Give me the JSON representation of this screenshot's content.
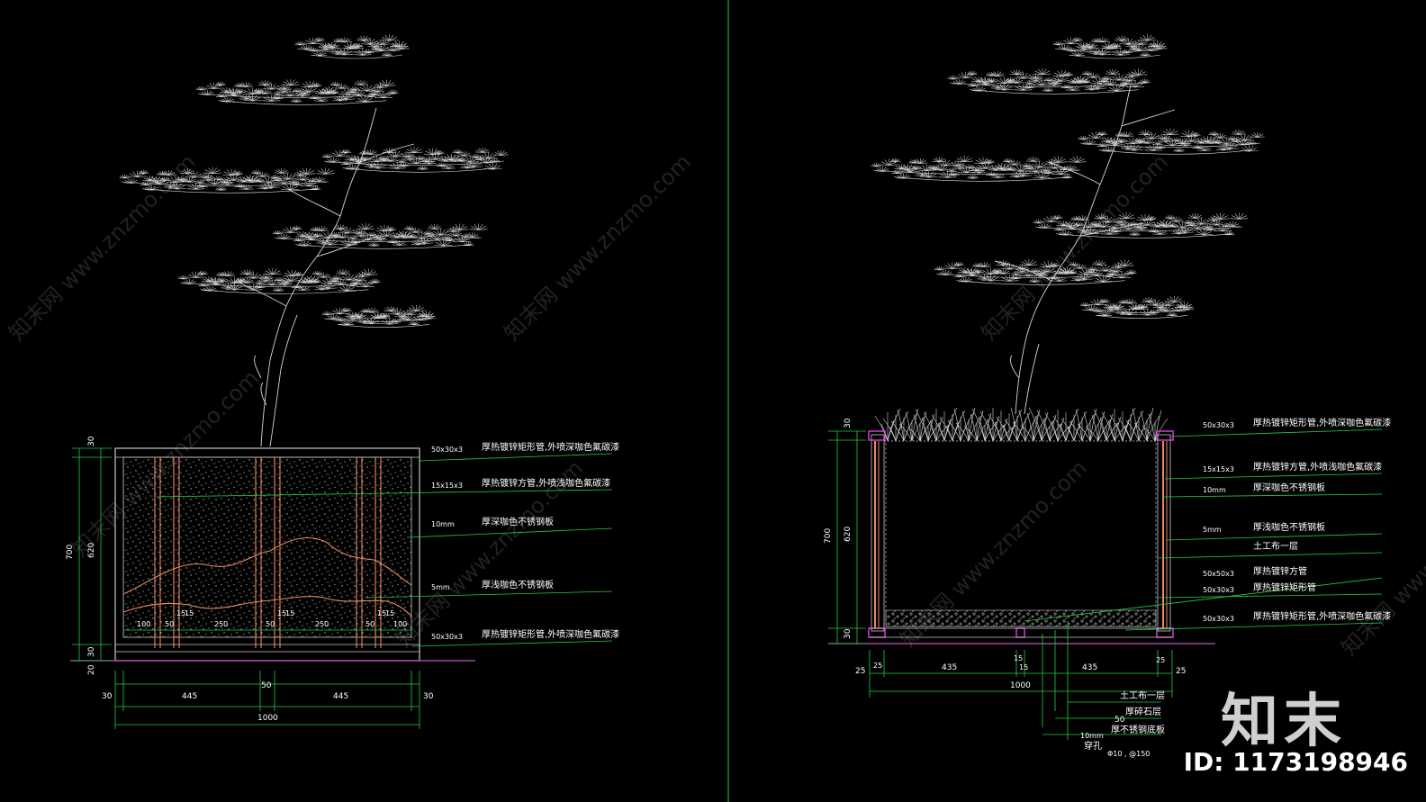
{
  "watermark": {
    "site": "www.znzmo.com",
    "brand_cn": "知末网",
    "brand_logo": "知末",
    "id_label": "ID: 1173198946"
  },
  "colors": {
    "background": "#000000",
    "dim_line": "#22cc44",
    "leader": "#22cc44",
    "text": "#ffffff",
    "tree": "#d8d8d8",
    "tube": "#e88a60",
    "post": "#e040e0",
    "ground": "#c050c0",
    "gravel": "#b8b8b8",
    "divider": "#2aa84a"
  },
  "left_view": {
    "annotations": [
      {
        "size": "50x30x3",
        "desc": "厚热镀锌矩形管,外喷深咖色氟碳漆"
      },
      {
        "size": "15x15x3",
        "desc": "厚热镀锌方管,外喷浅咖色氟碳漆"
      },
      {
        "size": "10mm",
        "desc": "厚深咖色不锈钢板"
      },
      {
        "size": "5mm",
        "desc": "厚浅咖色不锈钢板"
      },
      {
        "size": "50x30x3",
        "desc": "厚热镀锌矩形管,外喷深咖色氟碳漆"
      }
    ],
    "vertical_dims": {
      "top": "30",
      "mid": "620",
      "total": "700",
      "bottom": "30",
      "base": "20"
    },
    "inner_dims": [
      "100",
      "50",
      "15",
      "15",
      "250",
      "50",
      "15",
      "15",
      "250",
      "50",
      "15",
      "15",
      "100"
    ],
    "bottom_dims": {
      "left_edge": "30",
      "span1": "445",
      "center": "50",
      "span2": "445",
      "right_edge": "30",
      "total": "1000"
    }
  },
  "right_view": {
    "annotations": [
      {
        "size": "50x30x3",
        "desc": "厚热镀锌矩形管,外喷深咖色氟碳漆"
      },
      {
        "size": "15x15x3",
        "desc": "厚热镀锌方管,外喷浅咖色氟碳漆"
      },
      {
        "size": "10mm",
        "desc": "厚深咖色不锈钢板"
      },
      {
        "size": "5mm",
        "desc": "厚浅咖色不锈钢板"
      },
      {
        "size": "",
        "desc": "土工布一层"
      },
      {
        "size": "50x50x3",
        "desc": "厚热镀锌方管"
      },
      {
        "size": "50x30x3",
        "desc": "厚热镀锌矩形管"
      },
      {
        "size": "50x30x3",
        "desc": "厚热镀锌矩形管,外喷深咖色氟碳漆"
      }
    ],
    "vertical_dims": {
      "top": "30",
      "mid": "620",
      "total": "700",
      "bottom": "30"
    },
    "bottom_dims": {
      "edge1": "25",
      "edge2": "25",
      "span1": "435",
      "c1": "15",
      "c2": "15",
      "span2": "435",
      "edge3": "25",
      "edge4": "25",
      "total": "1000"
    },
    "base_notes": {
      "geotextile": "土工布一层",
      "gravel": "厚碎石层",
      "gravel_size": "50",
      "plate_size": "10mm",
      "plate": "厚不锈钢底板",
      "holes_label": "穿孔",
      "holes_spec": "Φ10 , @150"
    }
  }
}
